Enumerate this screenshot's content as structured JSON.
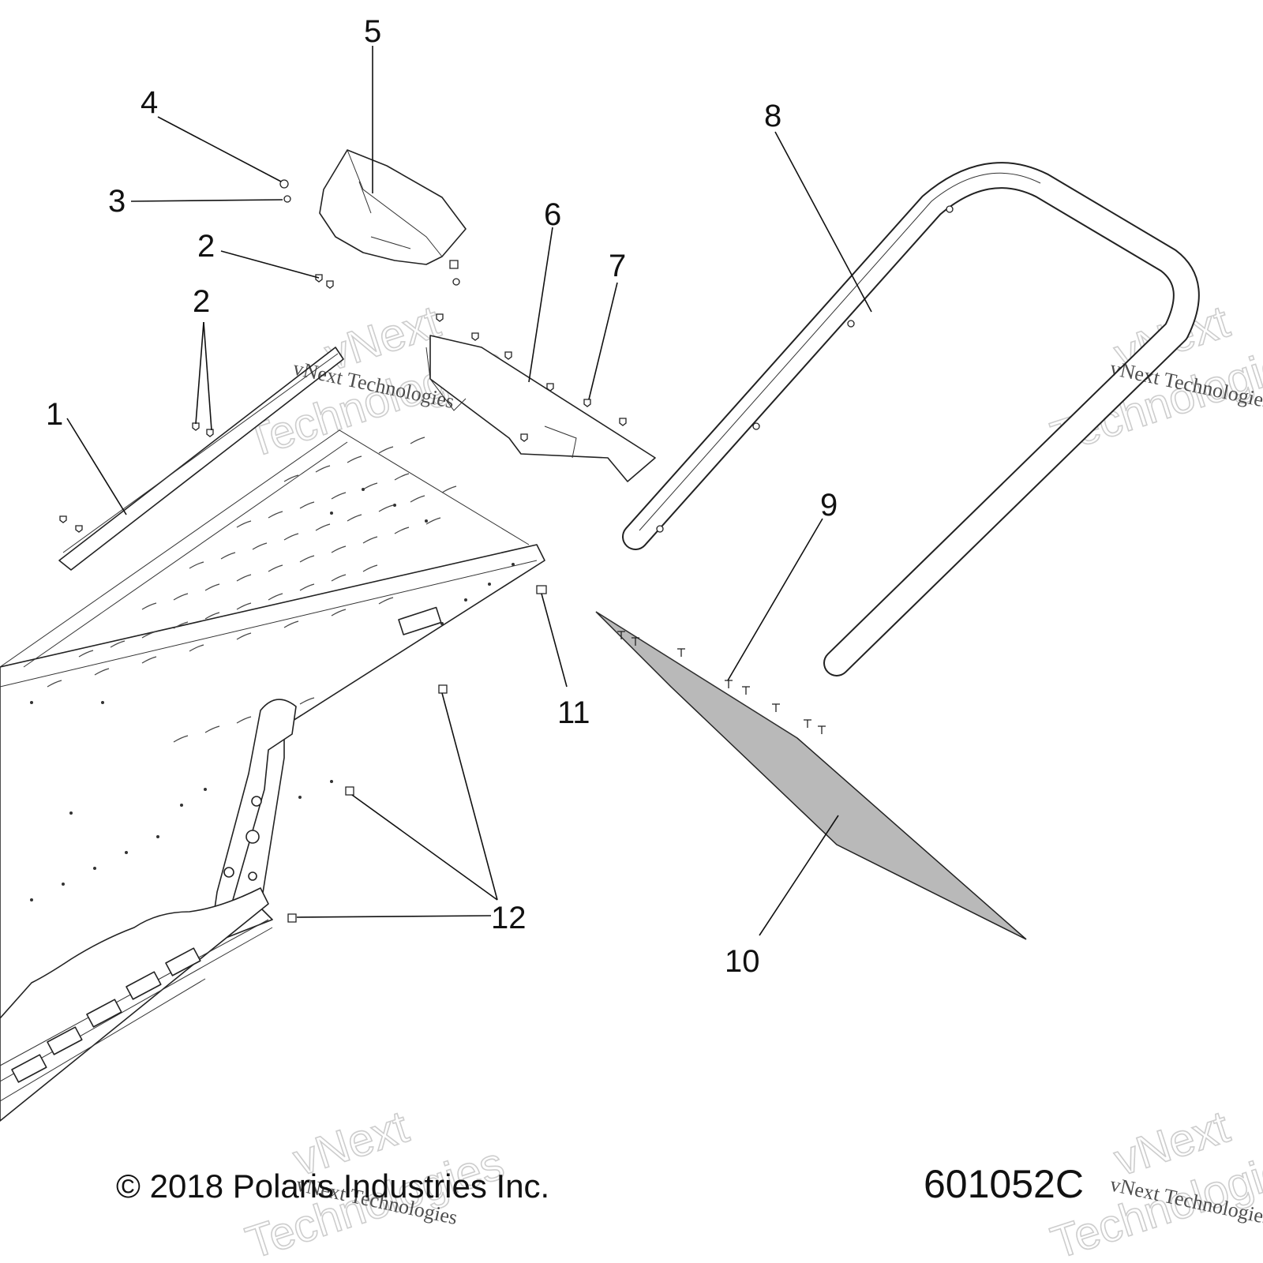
{
  "diagram": {
    "callouts": [
      {
        "id": "1",
        "label": "1"
      },
      {
        "id": "2a",
        "label": "2"
      },
      {
        "id": "2b",
        "label": "2"
      },
      {
        "id": "3",
        "label": "3"
      },
      {
        "id": "4",
        "label": "4"
      },
      {
        "id": "5",
        "label": "5"
      },
      {
        "id": "6",
        "label": "6"
      },
      {
        "id": "7",
        "label": "7"
      },
      {
        "id": "8",
        "label": "8"
      },
      {
        "id": "9",
        "label": "9"
      },
      {
        "id": "10",
        "label": "10"
      },
      {
        "id": "11",
        "label": "11"
      },
      {
        "id": "12",
        "label": "12"
      }
    ],
    "copyright": "© 2018 Polaris Industries Inc.",
    "figure_id": "601052C",
    "watermark_line": "vNext Technologies",
    "watermark_word_a": "vNext",
    "watermark_word_b": "Technologies"
  },
  "colors": {
    "ink": "#111111",
    "flap_fill": "#b9b9b9",
    "watermark": "#c8c8c8"
  }
}
